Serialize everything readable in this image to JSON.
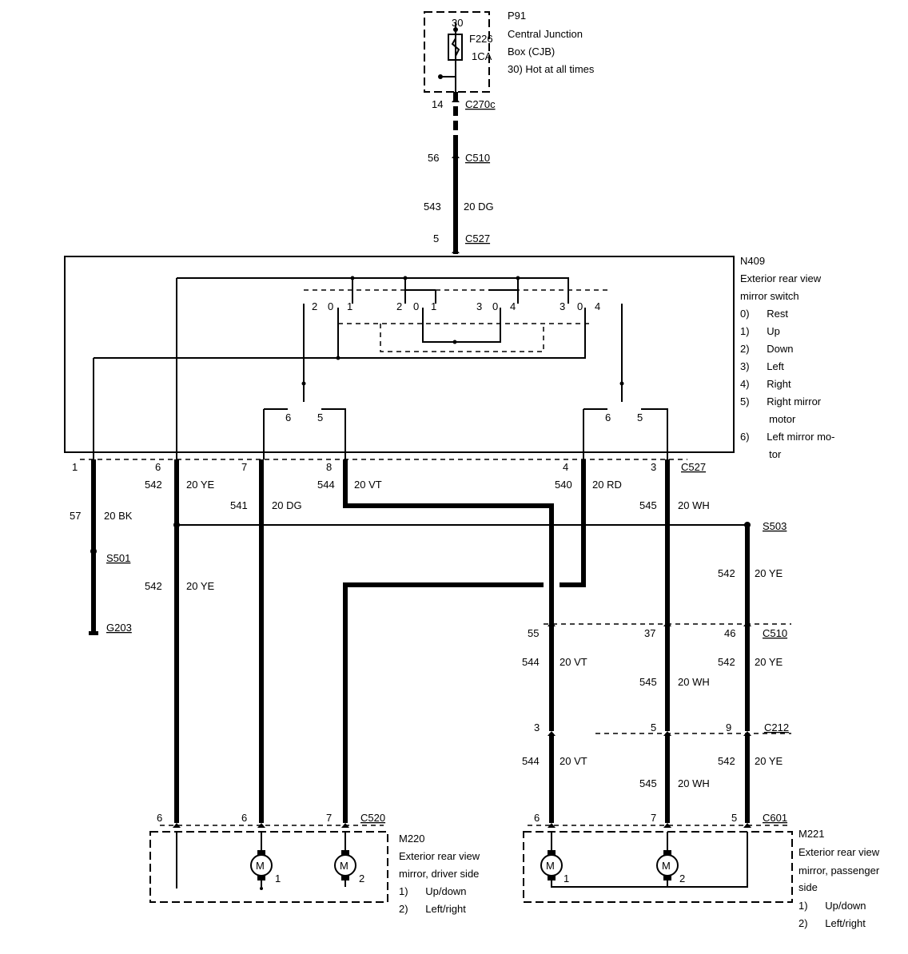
{
  "cjb": {
    "id": "P91",
    "desc_lines": [
      "Central Junction",
      "Box (CJB)",
      "30)  Hot at all times"
    ],
    "pin": "30",
    "fuse_id": "F226",
    "fuse_rating": "1CA",
    "connector": "C270c",
    "connector_pin": "14"
  },
  "feed": {
    "c510_pin": "56",
    "c510_label": "C510",
    "circuit": "543",
    "wire": "20 DG",
    "c527_pin": "5",
    "c527_label": "C527"
  },
  "switch": {
    "id": "N409",
    "desc_lines": [
      "Exterior rear view",
      "mirror switch",
      "0)      Rest",
      "1)      Up",
      "2)      Down",
      "3)      Left",
      "4)      Right",
      "5)      Right mirror",
      "          motor",
      "6)      Left mirror mo-",
      "          tor"
    ],
    "contacts_left_a": [
      "2",
      "0",
      "1"
    ],
    "contacts_left_b": [
      "2",
      "0",
      "1"
    ],
    "contacts_right_a": [
      "3",
      "0",
      "4"
    ],
    "contacts_right_b": [
      "3",
      "0",
      "4"
    ],
    "selector_left": [
      "6",
      "5"
    ],
    "selector_right": [
      "6",
      "5"
    ],
    "connector": "C527",
    "pins": [
      "1",
      "6",
      "7",
      "8",
      "4",
      "3"
    ]
  },
  "wires": {
    "w1": {
      "circuit": "57",
      "color": "20 BK"
    },
    "w6": {
      "circuit": "542",
      "color": "20 YE"
    },
    "w7": {
      "circuit": "541",
      "color": "20 DG"
    },
    "w8": {
      "circuit": "544",
      "color": "20 VT"
    },
    "w4": {
      "circuit": "540",
      "color": "20 RD"
    },
    "w3": {
      "circuit": "545",
      "color": "20 WH"
    },
    "w6b": {
      "circuit": "542",
      "color": "20 YE"
    },
    "s503_branch": {
      "circuit": "542",
      "color": "20 YE"
    }
  },
  "splices": {
    "s501": "S501",
    "g203": "G203",
    "s503": "S503"
  },
  "c510b": {
    "label": "C510",
    "pins": [
      "55",
      "37",
      "46"
    ],
    "wires": [
      {
        "circuit": "544",
        "color": "20 VT"
      },
      {
        "circuit": "545",
        "color": "20 WH"
      },
      {
        "circuit": "542",
        "color": "20 YE"
      }
    ]
  },
  "c212": {
    "label": "C212",
    "pins": [
      "3",
      "5",
      "9"
    ],
    "wires": [
      {
        "circuit": "544",
        "color": "20 VT"
      },
      {
        "circuit": "545",
        "color": "20 WH"
      },
      {
        "circuit": "542",
        "color": "20 YE"
      }
    ]
  },
  "driver_mirror": {
    "id": "M220",
    "connector": "C520",
    "pins": [
      "6",
      "6",
      "7"
    ],
    "desc_lines": [
      "Exterior rear view",
      "mirror, driver side",
      "1)      Up/down",
      "2)      Left/right"
    ],
    "motor_symbol": "M",
    "motor_numbers": [
      "1",
      "2"
    ]
  },
  "passenger_mirror": {
    "id": "M221",
    "connector": "C601",
    "pins": [
      "6",
      "7",
      "5"
    ],
    "desc_lines": [
      "Exterior rear view",
      "mirror, passenger",
      "side",
      "1)      Up/down",
      "2)      Left/right"
    ],
    "motor_symbol": "M",
    "motor_numbers": [
      "1",
      "2"
    ]
  }
}
